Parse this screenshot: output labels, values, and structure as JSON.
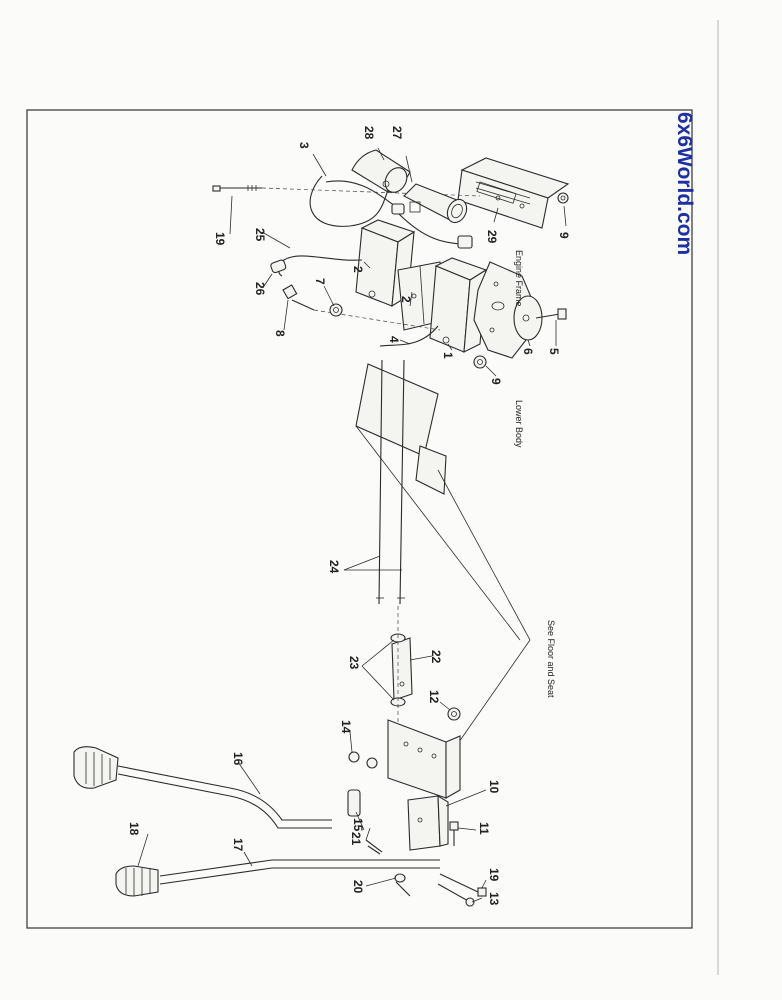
{
  "watermark": "6x6World.com",
  "notes": {
    "engine_frame": "Engine Frame",
    "lower_body": "Lower Body",
    "see_floor_and_seat": "See Floor and Seat"
  },
  "callouts": {
    "n1": "1",
    "n2a": "2",
    "n2b": "2",
    "n3": "3",
    "n4": "4",
    "n5": "5",
    "n6": "6",
    "n7": "7",
    "n8": "8",
    "n9a": "9",
    "n9b": "9",
    "n10": "10",
    "n11": "11",
    "n12": "12",
    "n13": "13",
    "n14": "14",
    "n15": "15",
    "n16": "16",
    "n17": "17",
    "n18": "18",
    "n19a": "19",
    "n19b": "19",
    "n20": "20",
    "n21": "21",
    "n22": "22",
    "n23": "23",
    "n24": "24",
    "n25": "25",
    "n26": "26",
    "n27": "27",
    "n28": "28",
    "n29": "29"
  }
}
